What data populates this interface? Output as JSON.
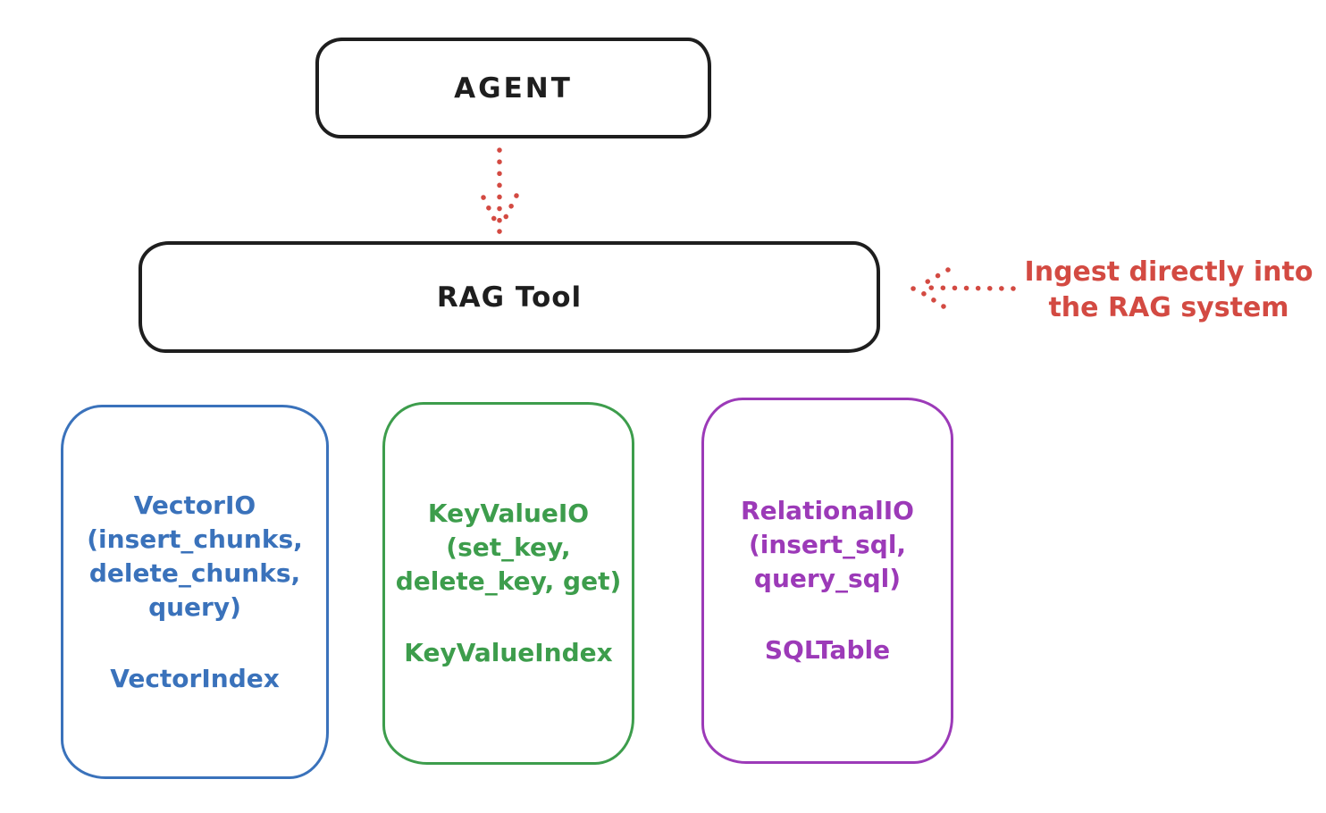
{
  "colors": {
    "ink": "#1e1e1e",
    "red": "#d34a42",
    "blue": "#3a72bb",
    "green": "#3d9d4c",
    "purple": "#9c3ab8",
    "background": "#ffffff"
  },
  "agent_box": {
    "label": "AGENT"
  },
  "rag_tool_box": {
    "label": "RAG Tool"
  },
  "annotation": {
    "line1": "Ingest directly into",
    "line2": "the RAG system"
  },
  "io_boxes": [
    {
      "id": "vector",
      "color": "#3a72bb",
      "lines": [
        "VectorIO",
        "(insert_chunks,",
        "delete_chunks,",
        "query)"
      ],
      "index_label": "VectorIndex"
    },
    {
      "id": "keyvalue",
      "color": "#3d9d4c",
      "lines": [
        "KeyValueIO",
        "(set_key,",
        "delete_key, get)"
      ],
      "index_label": "KeyValueIndex"
    },
    {
      "id": "relational",
      "color": "#9c3ab8",
      "lines": [
        "RelationalIO",
        "(insert_sql,",
        "query_sql)"
      ],
      "index_label": "SQLTable"
    }
  ]
}
